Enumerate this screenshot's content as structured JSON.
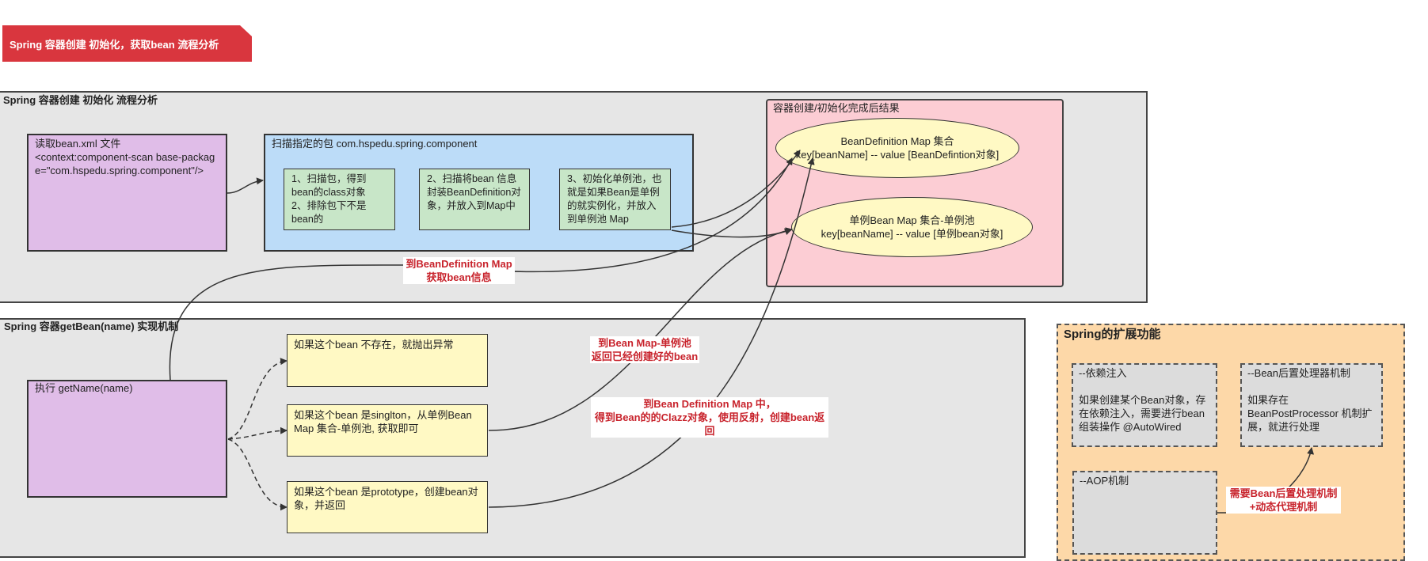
{
  "title": "Spring 容器创建 初始化，获取bean 流程分析",
  "init_panel": {
    "label": "Spring 容器创建 初始化 流程分析",
    "read_box": {
      "line1": "读取bean.xml 文件",
      "line2": "<context:component-scan base-package=\"com.hspedu.spring.component\"/>"
    },
    "scan_box": {
      "label": "扫描指定的包 com.hspedu.spring.component",
      "step1": "1、扫描包，得到bean的class对象\n2、排除包下不是bean的",
      "step2": "2、扫描将bean 信息封装BeanDefinition对象，并放入到Map中",
      "step3": "3、初始化单例池，也就是如果Bean是单例的就实例化，并放入到单例池 Map"
    }
  },
  "result_panel": {
    "label": "容器创建/初始化完成后结果",
    "bd_map": {
      "line1": "BeanDefinition Map 集合",
      "line2": "key[beanName] -- value [BeanDefintion对象]"
    },
    "singleton_map": {
      "line1": "单例Bean Map 集合-单例池",
      "line2": "key[beanName] -- value [单例bean对象]"
    }
  },
  "getbean_panel": {
    "label": "Spring 容器getBean(name) 实现机制",
    "exec_box": "执行 getName(name)",
    "case1": "如果这个bean 不存在，就抛出异常",
    "case2": "如果这个bean 是singlton，从单例Bean Map 集合-单例池, 获取即可",
    "case3": "如果这个bean 是prototype，创建bean对象，并返回"
  },
  "edge_labels": {
    "to_bd_map": "到BeanDefinition Map\n获取bean信息",
    "to_singleton": "到Bean Map-单例池\n返回已经创建好的bean",
    "to_create": "到Bean Definition Map 中，\n得到Bean的的Clazz对象，使用反射，创建bean返回"
  },
  "ext_panel": {
    "label": "Spring的扩展功能",
    "di_box": "--依赖注入\n\n如果创建某个Bean对象，存在依赖注入，需要进行bean组装操作 @AutoWired",
    "bpp_box": "--Bean后置处理器机制\n\n如果存在BeanPostProcessor 机制扩展，就进行处理",
    "aop_box": "--AOP机制",
    "aop_note": "需要Bean后置处理机制\n+动态代理机制"
  },
  "colors": {
    "title_red": "#d9363e",
    "label_red": "#c8232c",
    "panel_gray": "#e6e6e6",
    "purple": "#e0bde8",
    "blue": "#bcdcf8",
    "green": "#c8e6c8",
    "pink": "#fccdd4",
    "yellow": "#fff9c4",
    "orange": "#fdd8a8"
  }
}
